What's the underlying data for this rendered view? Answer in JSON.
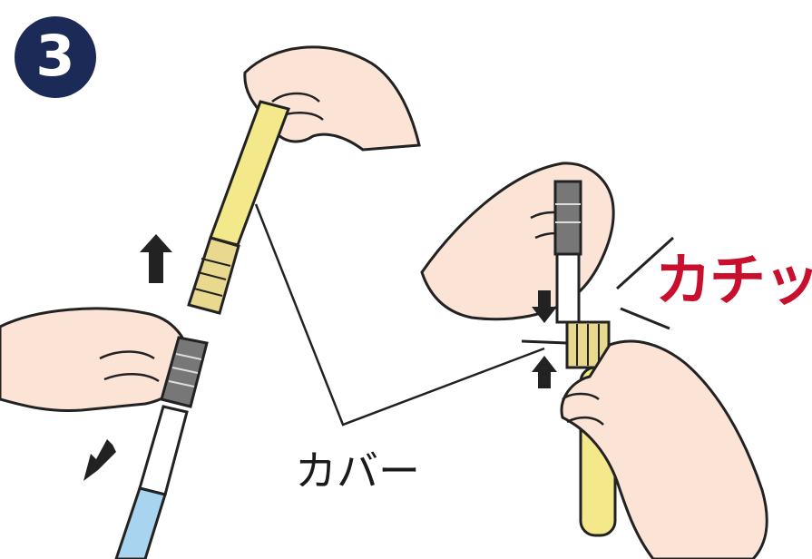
{
  "step": {
    "number": "3"
  },
  "labels": {
    "cover": "カバー",
    "click_sound": "カチッ"
  },
  "colors": {
    "badge": "#1c2a57",
    "click_text": "#c8102e",
    "cover_yellow": "#f3e98a",
    "sample_blue": "#a9d4ef",
    "skin": "#fbe3d6"
  },
  "icons": [
    "up-arrow-icon",
    "down-arrow-icon"
  ]
}
